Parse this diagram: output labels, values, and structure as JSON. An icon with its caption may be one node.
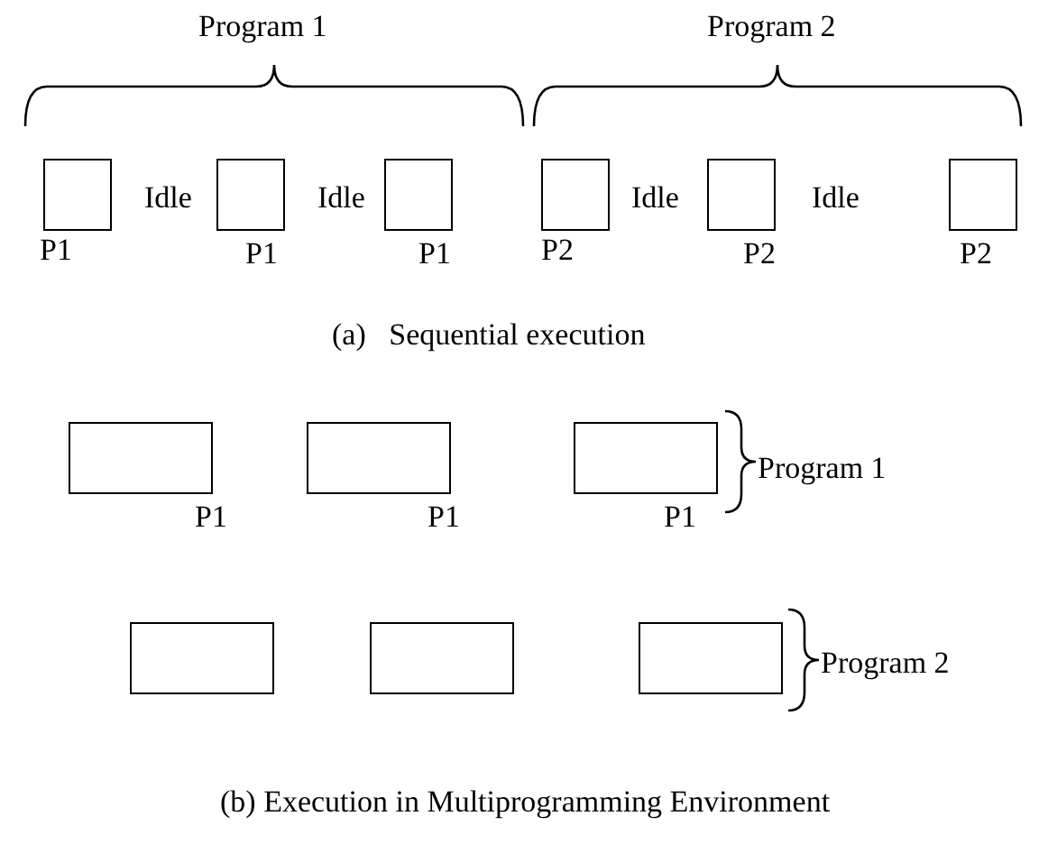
{
  "diagram": {
    "nodes": [
      {
        "text": [],
        "shape": "box",
        "beside": [
          "P1"
        ]
      },
      {
        "text": [],
        "shape": "box",
        "beside": [
          "P1"
        ]
      },
      {
        "text": [],
        "shape": "box",
        "beside": [
          "P1"
        ]
      },
      {
        "text": [],
        "shape": "box",
        "beside": [
          "P2"
        ]
      },
      {
        "text": [],
        "shape": "box",
        "beside": [
          "P2"
        ]
      },
      {
        "text": [],
        "shape": "box",
        "beside": [
          "P2"
        ]
      },
      {
        "text": [],
        "shape": "box",
        "beside": [
          "P1"
        ]
      },
      {
        "text": [],
        "shape": "box",
        "beside": [
          "P1"
        ]
      },
      {
        "text": [],
        "shape": "box",
        "beside": [
          "P1"
        ]
      },
      {
        "text": [],
        "shape": "box"
      },
      {
        "text": [],
        "shape": "box"
      },
      {
        "text": [],
        "shape": "box"
      }
    ],
    "labels": [
      "Program 1",
      "Program 2",
      "Idle",
      "Idle",
      "Idle",
      "Idle",
      "(a)   Sequential execution",
      "Program 1",
      "Program 2",
      "(b) Execution in Multiprogramming Environment"
    ]
  }
}
